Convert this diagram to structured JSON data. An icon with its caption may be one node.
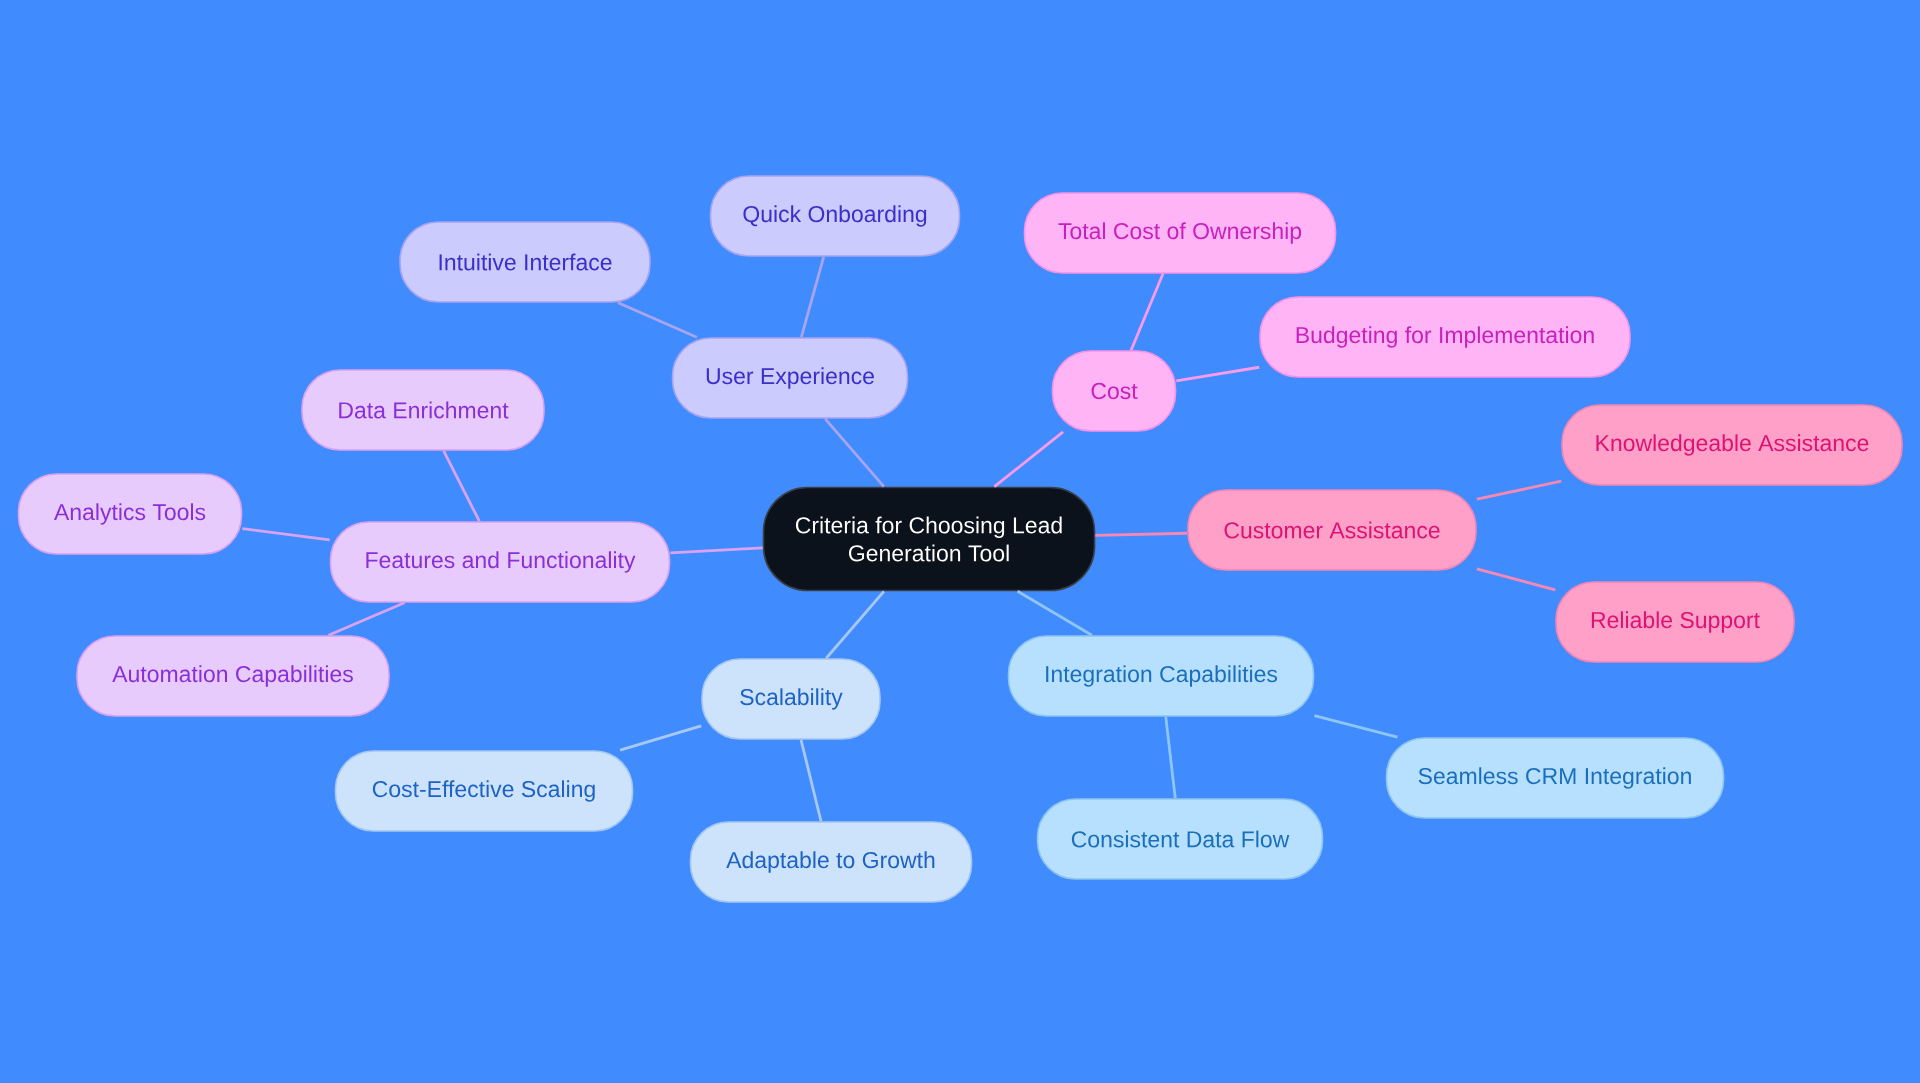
{
  "diagram": {
    "nodes": [
      {
        "text": [
          "Criteria for Choosing Lead Generation Tool"
        ]
      },
      {
        "text": [
          "User Experience"
        ]
      },
      {
        "text": [
          "Quick Onboarding"
        ]
      },
      {
        "text": [
          "Intuitive Interface"
        ]
      },
      {
        "text": [
          "Cost"
        ]
      },
      {
        "text": [
          "Total Cost of Ownership"
        ]
      },
      {
        "text": [
          "Budgeting for Implementation"
        ]
      },
      {
        "text": [
          "Customer Assistance"
        ]
      },
      {
        "text": [
          "Knowledgeable Assistance"
        ]
      },
      {
        "text": [
          "Reliable Support"
        ]
      },
      {
        "text": [
          "Integration Capabilities"
        ]
      },
      {
        "text": [
          "Seamless CRM Integration"
        ]
      },
      {
        "text": [
          "Consistent Data Flow"
        ]
      },
      {
        "text": [
          "Scalability"
        ]
      },
      {
        "text": [
          "Cost-Effective Scaling"
        ]
      },
      {
        "text": [
          "Adaptable to Growth"
        ]
      },
      {
        "text": [
          "Features and Functionality"
        ]
      },
      {
        "text": [
          "Data Enrichment"
        ]
      },
      {
        "text": [
          "Analytics Tools"
        ]
      },
      {
        "text": [
          "Automation Capabilities"
        ]
      }
    ],
    "edges": [
      {
        "from": 0,
        "to": 1,
        "arrow": "none",
        "color": "#a8a4ee"
      },
      {
        "from": 1,
        "to": 2,
        "arrow": "none",
        "color": "#a8a4ee"
      },
      {
        "from": 1,
        "to": 3,
        "arrow": "none",
        "color": "#a8a4ee"
      },
      {
        "from": 0,
        "to": 4,
        "arrow": "none",
        "color": "#fa9ae8"
      },
      {
        "from": 4,
        "to": 5,
        "arrow": "none",
        "color": "#fa9ae8"
      },
      {
        "from": 4,
        "to": 6,
        "arrow": "none",
        "color": "#fa9ae8"
      },
      {
        "from": 0,
        "to": 7,
        "arrow": "none",
        "color": "#f788b5"
      },
      {
        "from": 7,
        "to": 8,
        "arrow": "none",
        "color": "#f788b5"
      },
      {
        "from": 7,
        "to": 9,
        "arrow": "none",
        "color": "#f788b5"
      },
      {
        "from": 0,
        "to": 10,
        "arrow": "none",
        "color": "#8ec5f2"
      },
      {
        "from": 10,
        "to": 11,
        "arrow": "none",
        "color": "#8ec5f2"
      },
      {
        "from": 10,
        "to": 12,
        "arrow": "none",
        "color": "#8ec5f2"
      },
      {
        "from": 0,
        "to": 13,
        "arrow": "none",
        "color": "#a8c8f2"
      },
      {
        "from": 13,
        "to": 14,
        "arrow": "none",
        "color": "#a8c8f2"
      },
      {
        "from": 13,
        "to": 15,
        "arrow": "none",
        "color": "#a8c8f2"
      },
      {
        "from": 0,
        "to": 16,
        "arrow": "none",
        "color": "#d9a2f2"
      },
      {
        "from": 16,
        "to": 17,
        "arrow": "none",
        "color": "#d9a2f2"
      },
      {
        "from": 16,
        "to": 18,
        "arrow": "none",
        "color": "#d9a2f2"
      },
      {
        "from": 16,
        "to": 19,
        "arrow": "none",
        "color": "#d9a2f2"
      }
    ]
  }
}
